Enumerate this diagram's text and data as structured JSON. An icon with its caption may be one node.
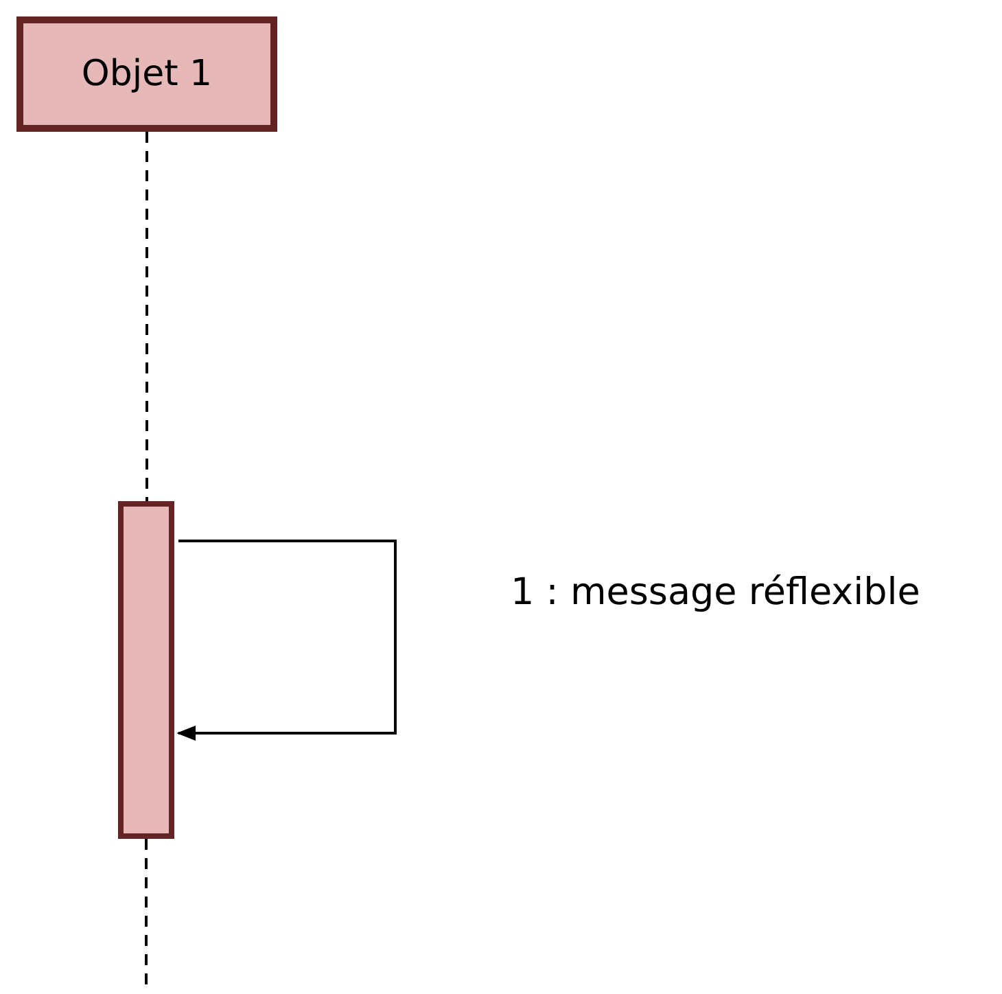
{
  "diagram": {
    "nodes": [
      {
        "text": [
          "Objet 1"
        ]
      },
      {
        "text": [],
        "shape": "bar"
      }
    ],
    "edges": [
      {
        "from": 0,
        "to": 1,
        "arrow": "none",
        "style": "dashed"
      },
      {
        "from": 1,
        "to": 1,
        "arrow": "to",
        "label": "1 : message réflexible"
      },
      {
        "from": 1,
        "to": null,
        "arrow": "none",
        "style": "dashed"
      }
    ]
  }
}
